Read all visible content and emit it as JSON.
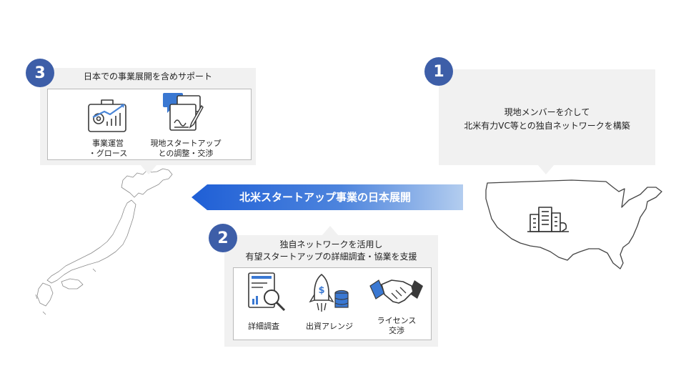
{
  "banner": {
    "title": "北米スタートアップ事業の日本展開"
  },
  "step1": {
    "number": "1",
    "line1": "現地メンバーを介して",
    "line2": "北米有力VC等との独自ネットワークを構築"
  },
  "step2": {
    "number": "2",
    "line1": "独自ネットワークを活用し",
    "line2": "有望スタートアップの詳細調査・協業を支援",
    "items": [
      {
        "label": "詳細調査",
        "icon": "document-search-icon"
      },
      {
        "label": "出資アレンジ",
        "icon": "rocket-coins-icon"
      },
      {
        "label_line1": "ライセンス",
        "label_line2": "交渉",
        "icon": "handshake-icon"
      }
    ]
  },
  "step3": {
    "number": "3",
    "title": "日本での事業展開を含めサポート",
    "items": [
      {
        "label_line1": "事業運営",
        "label_line2": "・グロース",
        "icon": "briefcase-growth-icon"
      },
      {
        "label_line1": "現地スタートアップ",
        "label_line2": "との調整・交渉",
        "icon": "chat-contract-icon"
      }
    ]
  },
  "colors": {
    "badge": "#3d5ea8",
    "banner_start": "#1f5fd6",
    "banner_end": "#a9c7ef",
    "panel": "#f1f1f1"
  }
}
